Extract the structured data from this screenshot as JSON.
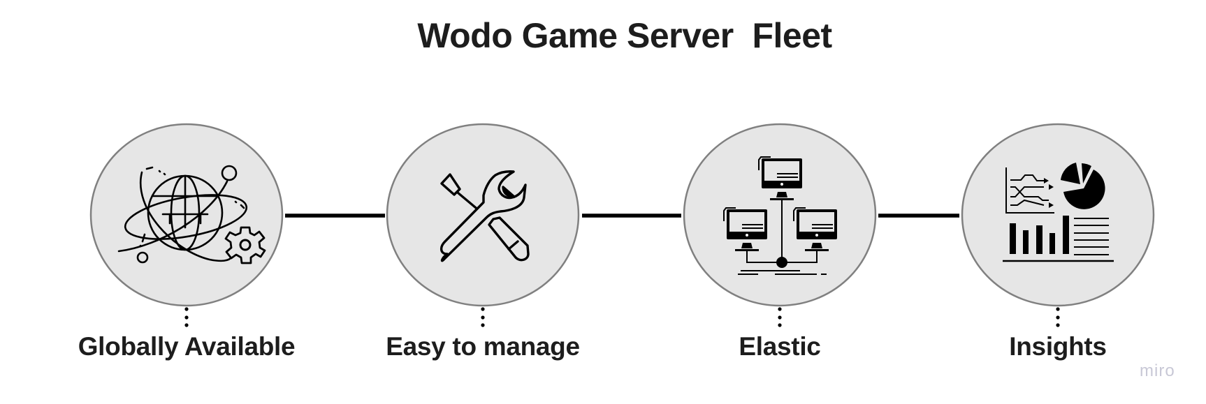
{
  "diagram": {
    "title": "Wodo Game Server  Fleet",
    "steps": [
      {
        "label": "Globally Available",
        "icon": "globe-network-gear-icon"
      },
      {
        "label": "Easy to manage",
        "icon": "wrench-screwdriver-icon"
      },
      {
        "label": "Elastic",
        "icon": "networked-computers-icon"
      },
      {
        "label": "Insights",
        "icon": "analytics-dashboard-icon"
      }
    ],
    "connectors": [
      "Globally Available → Easy to manage",
      "Easy to manage → Elastic",
      "Elastic → Insights"
    ],
    "colors": {
      "circle_fill": "#e6e6e6",
      "circle_stroke": "#808080",
      "line": "#000000",
      "text": "#1d1d1d",
      "watermark": "#c8c8d6"
    }
  },
  "watermark": "miro"
}
